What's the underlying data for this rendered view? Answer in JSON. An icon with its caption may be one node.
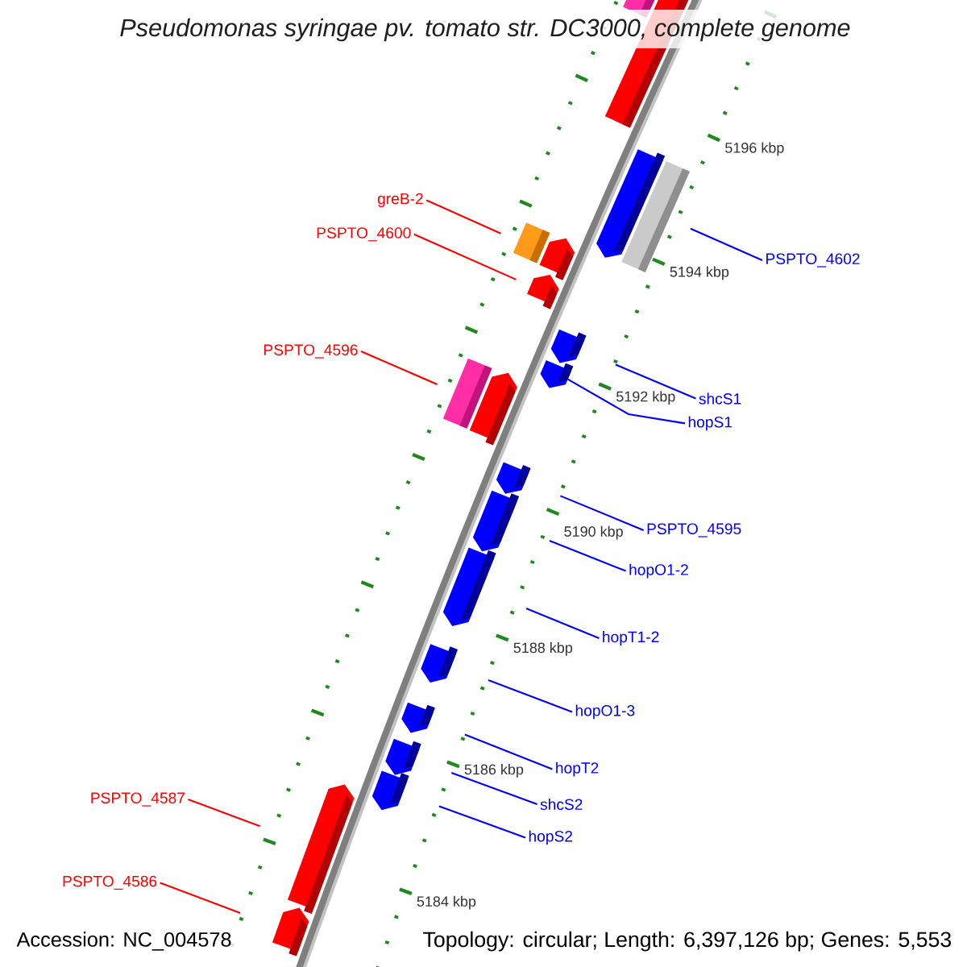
{
  "diagram": {
    "title": "Pseudomonas syringae pv. tomato str. DC3000, complete genome",
    "nodes": [
      {
        "text": [
          "greB-2"
        ]
      },
      {
        "text": [
          "PSPTO_4600"
        ]
      },
      {
        "text": [
          "PSPTO_4602"
        ]
      },
      {
        "text": [
          "PSPTO_4596"
        ]
      },
      {
        "text": [
          "shcS1"
        ]
      },
      {
        "text": [
          "hopS1"
        ]
      },
      {
        "text": [
          "PSPTO_4595"
        ]
      },
      {
        "text": [
          "hopO1-2"
        ]
      },
      {
        "text": [
          "hopT1-2"
        ]
      },
      {
        "text": [
          "hopO1-3"
        ]
      },
      {
        "text": [
          "hopT2"
        ]
      },
      {
        "text": [
          "PSPTO_4587"
        ]
      },
      {
        "text": [
          "shcS2"
        ]
      },
      {
        "text": [
          "hopS2"
        ]
      },
      {
        "text": [
          "PSPTO_4586"
        ]
      },
      {
        "text": [],
        "shape": "pentagon"
      },
      {
        "text": [],
        "shape": "pentagon"
      },
      {
        "text": [],
        "shape": "pentagon"
      },
      {
        "text": [],
        "shape": "pentagon"
      },
      {
        "text": [],
        "shape": "pentagon"
      },
      {
        "text": [],
        "shape": "pentagon"
      },
      {
        "text": [],
        "shape": "pentagon"
      },
      {
        "text": [],
        "shape": "pentagon"
      },
      {
        "text": [],
        "shape": "pentagon"
      },
      {
        "text": [],
        "shape": "pentagon"
      },
      {
        "text": [],
        "shape": "pentagon"
      },
      {
        "text": [],
        "shape": "pentagon"
      },
      {
        "text": [],
        "shape": "pentagon"
      },
      {
        "text": [],
        "shape": "pentagon"
      },
      {
        "text": [],
        "shape": "pentagon"
      }
    ],
    "edges": [
      {
        "from": 0,
        "to": 16,
        "arrow": "none",
        "color": "#ff0000"
      },
      {
        "from": 1,
        "to": 17,
        "arrow": "none",
        "color": "#ff0000"
      },
      {
        "from": 2,
        "to": 15,
        "arrow": "none"
      },
      {
        "from": 3,
        "to": 20,
        "arrow": "none",
        "color": "#ff0000"
      },
      {
        "from": 4,
        "to": 18,
        "arrow": "none"
      },
      {
        "from": 5,
        "to": 19,
        "arrow": "none"
      },
      {
        "from": 6,
        "to": 21,
        "arrow": "none"
      },
      {
        "from": 7,
        "to": 22,
        "arrow": "none"
      },
      {
        "from": 8,
        "to": 23,
        "arrow": "none"
      },
      {
        "from": 9,
        "to": 24,
        "arrow": "none"
      },
      {
        "from": 10,
        "to": 25,
        "arrow": "none"
      },
      {
        "from": 11,
        "to": 28,
        "arrow": "none",
        "color": "#ff0000"
      },
      {
        "from": 12,
        "to": 26,
        "arrow": "none"
      },
      {
        "from": 13,
        "to": 27,
        "arrow": "none"
      },
      {
        "from": 14,
        "to": 29,
        "arrow": "none",
        "color": "#ff0000"
      }
    ],
    "labels": [
      "5196 kbp",
      "5194 kbp",
      "5192 kbp",
      "5190 kbp",
      "5188 kbp",
      "5186 kbp",
      "5184 kbp",
      "Accession: NC_004578",
      "Topology: circular; Length: 6,397,126 bp; Genes: 5,553"
    ]
  }
}
